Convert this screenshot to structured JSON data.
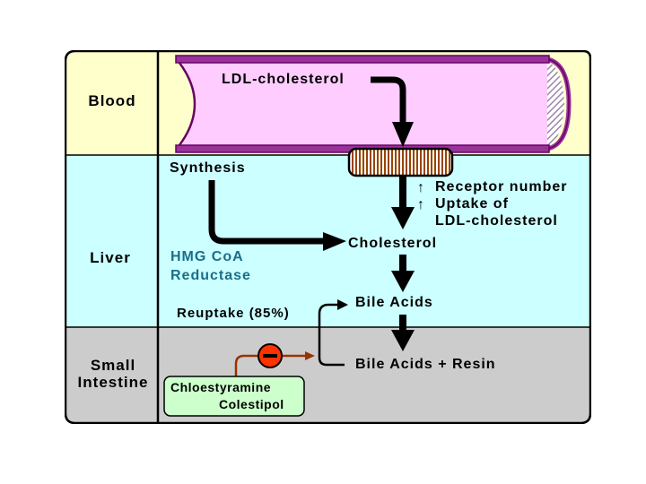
{
  "regions": {
    "blood": "Blood",
    "liver": "Liver",
    "intestine_line1": "Small",
    "intestine_line2": "Intestine"
  },
  "labels": {
    "ldl": "LDL-cholesterol",
    "synthesis": "Synthesis",
    "receptor_arrow": "↑",
    "receptor": "Receptor number",
    "uptake_arrow": "↑",
    "uptake_line1": "Uptake of",
    "uptake_line2": "LDL-cholesterol",
    "cholesterol": "Cholesterol",
    "hmg_line1": "HMG CoA",
    "hmg_line2": "Reductase",
    "reuptake": "Reuptake (85%)",
    "bile_acids": "Bile Acids",
    "bile_resin": "Bile Acids + Resin",
    "drug_line1": "Chloestyramine",
    "drug_line2": "Colestipol",
    "inhibit_symbol": "−"
  },
  "colors": {
    "blood_bg": "#ffffcc",
    "liver_bg": "#ccffff",
    "intestine_bg": "#cccccc",
    "vessel_fill": "#ffccff",
    "vessel_wall": "#993399",
    "receptor_stripe": "#994400",
    "drug_box": "#ccffcc",
    "inhibitor": "#ff3300",
    "drug_arrow": "#993300",
    "hmg_text": "#1a6e8a"
  }
}
